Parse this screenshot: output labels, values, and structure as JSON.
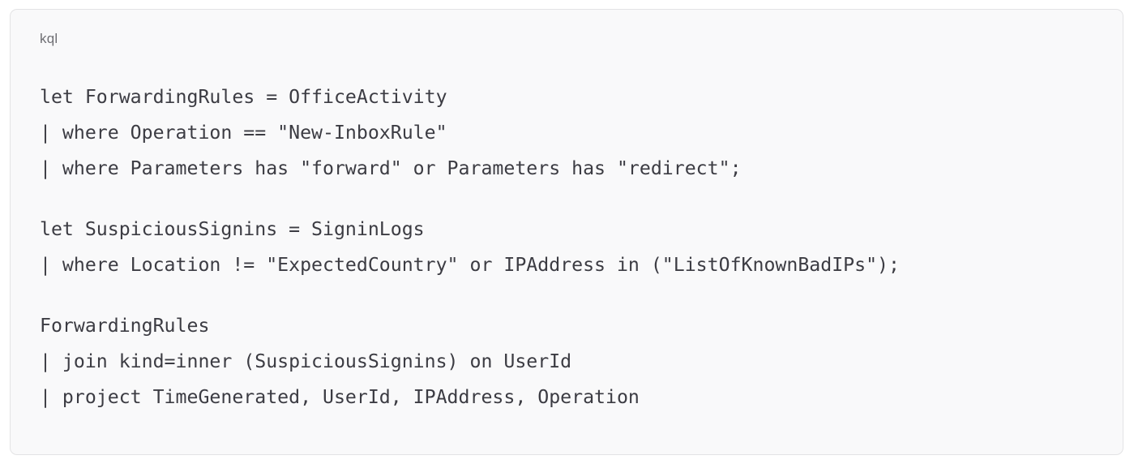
{
  "card": {
    "language_label": "kql",
    "accent_colors": {
      "card_background": "#f9f9fa",
      "card_border": "#e3e3e5",
      "code_text": "#3c3c43",
      "label_text": "#6e6e73",
      "page_background": "#ffffff"
    },
    "code_lines": [
      "let ForwardingRules = OfficeActivity",
      "| where Operation == \"New-InboxRule\"",
      "| where Parameters has \"forward\" or Parameters has \"redirect\";",
      "",
      "let SuspiciousSignins = SigninLogs",
      "| where Location != \"ExpectedCountry\" or IPAddress in (\"ListOfKnownBadIPs\");",
      "",
      "ForwardingRules",
      "| join kind=inner (SuspiciousSignins) on UserId",
      "| project TimeGenerated, UserId, IPAddress, Operation"
    ]
  }
}
